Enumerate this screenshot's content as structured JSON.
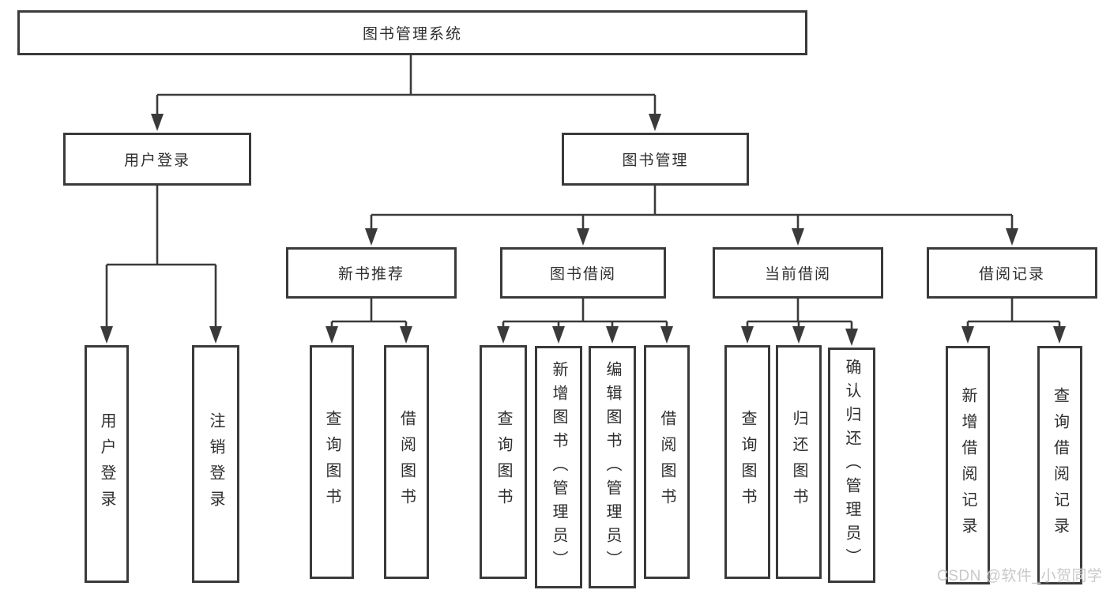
{
  "diagram": {
    "root": {
      "label": "图书管理系统"
    },
    "level2": [
      {
        "label": "用户登录"
      },
      {
        "label": "图书管理"
      }
    ],
    "level3": [
      {
        "label": "新书推荐"
      },
      {
        "label": "图书借阅"
      },
      {
        "label": "当前借阅"
      },
      {
        "label": "借阅记录"
      }
    ],
    "leaves": {
      "user_login": [
        "用户登录",
        "注销登录"
      ],
      "new_book": [
        "查询图书",
        "借阅图书"
      ],
      "book_borrow": [
        "查询图书",
        "新增图书（管理员）",
        "编辑图书（管理员）",
        "借阅图书"
      ],
      "current_borrow": [
        "查询图书",
        "归还图书",
        "确认归还（管理员）"
      ],
      "borrow_records": [
        "新增借阅记录",
        "查询借阅记录"
      ]
    }
  },
  "watermark": {
    "text": "CSDN @软件_小贺同学"
  },
  "colors": {
    "line": "#3a3a3a",
    "text": "#2e2e2e",
    "background": "#ffffff",
    "watermark": "#c9c9c9"
  }
}
